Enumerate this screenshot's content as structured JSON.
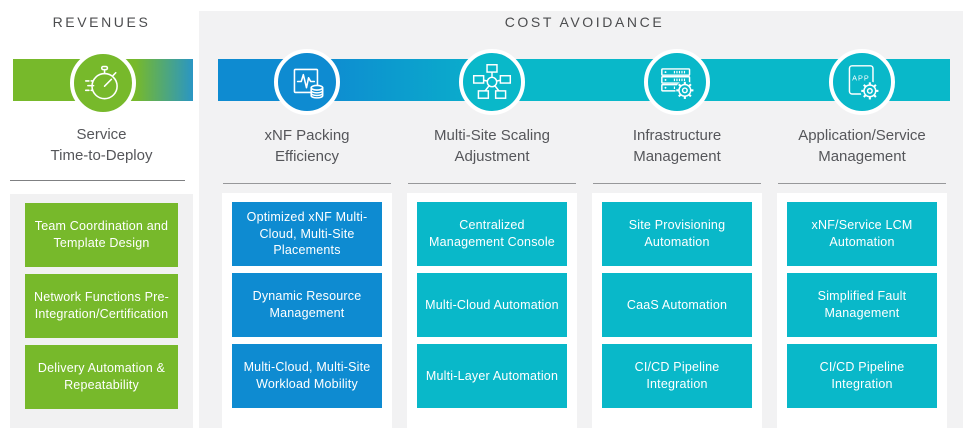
{
  "palette": {
    "green": "#77b92b",
    "blue": "#0e8bd1",
    "cyan": "#09b8c9",
    "panel_gray": "#f2f2f3",
    "title_text": "#4c4d4f",
    "heading_text": "#55565a",
    "box_text": "#ffffff"
  },
  "revenues": {
    "title": "REVENUES",
    "icon": "stopwatch-icon",
    "category": "Service\nTime-to-Deploy",
    "items": [
      "Team Coordination and Template Design",
      "Network Functions Pre-Integration/Certification",
      "Delivery Automation & Repeatability"
    ]
  },
  "cost_avoidance": {
    "title": "COST AVOIDANCE",
    "columns": [
      {
        "icon": "performance-monitor-database-icon",
        "heading": "xNF Packing\nEfficiency",
        "accent": "#0e8bd1",
        "items": [
          "Optimized xNF Multi-Cloud, Multi-Site Placements",
          "Dynamic Resource Management",
          "Multi-Cloud, Multi-Site Workload Mobility"
        ]
      },
      {
        "icon": "network-topology-icon",
        "heading": "Multi-Site Scaling\nAdjustment",
        "accent": "#09b8c9",
        "items": [
          "Centralized Management Console",
          "Multi-Cloud Automation",
          "Multi-Layer Automation"
        ]
      },
      {
        "icon": "server-gear-icon",
        "heading": "Infrastructure\nManagement",
        "accent": "#09b8c9",
        "items": [
          "Site Provisioning Automation",
          "CaaS Automation",
          "CI/CD Pipeline Integration"
        ]
      },
      {
        "icon": "app-gear-icon",
        "heading": "Application/Service\nManagement",
        "accent": "#09b8c9",
        "items": [
          "xNF/Service LCM Automation",
          "Simplified Fault Management",
          "CI/CD Pipeline Integration"
        ]
      }
    ]
  }
}
